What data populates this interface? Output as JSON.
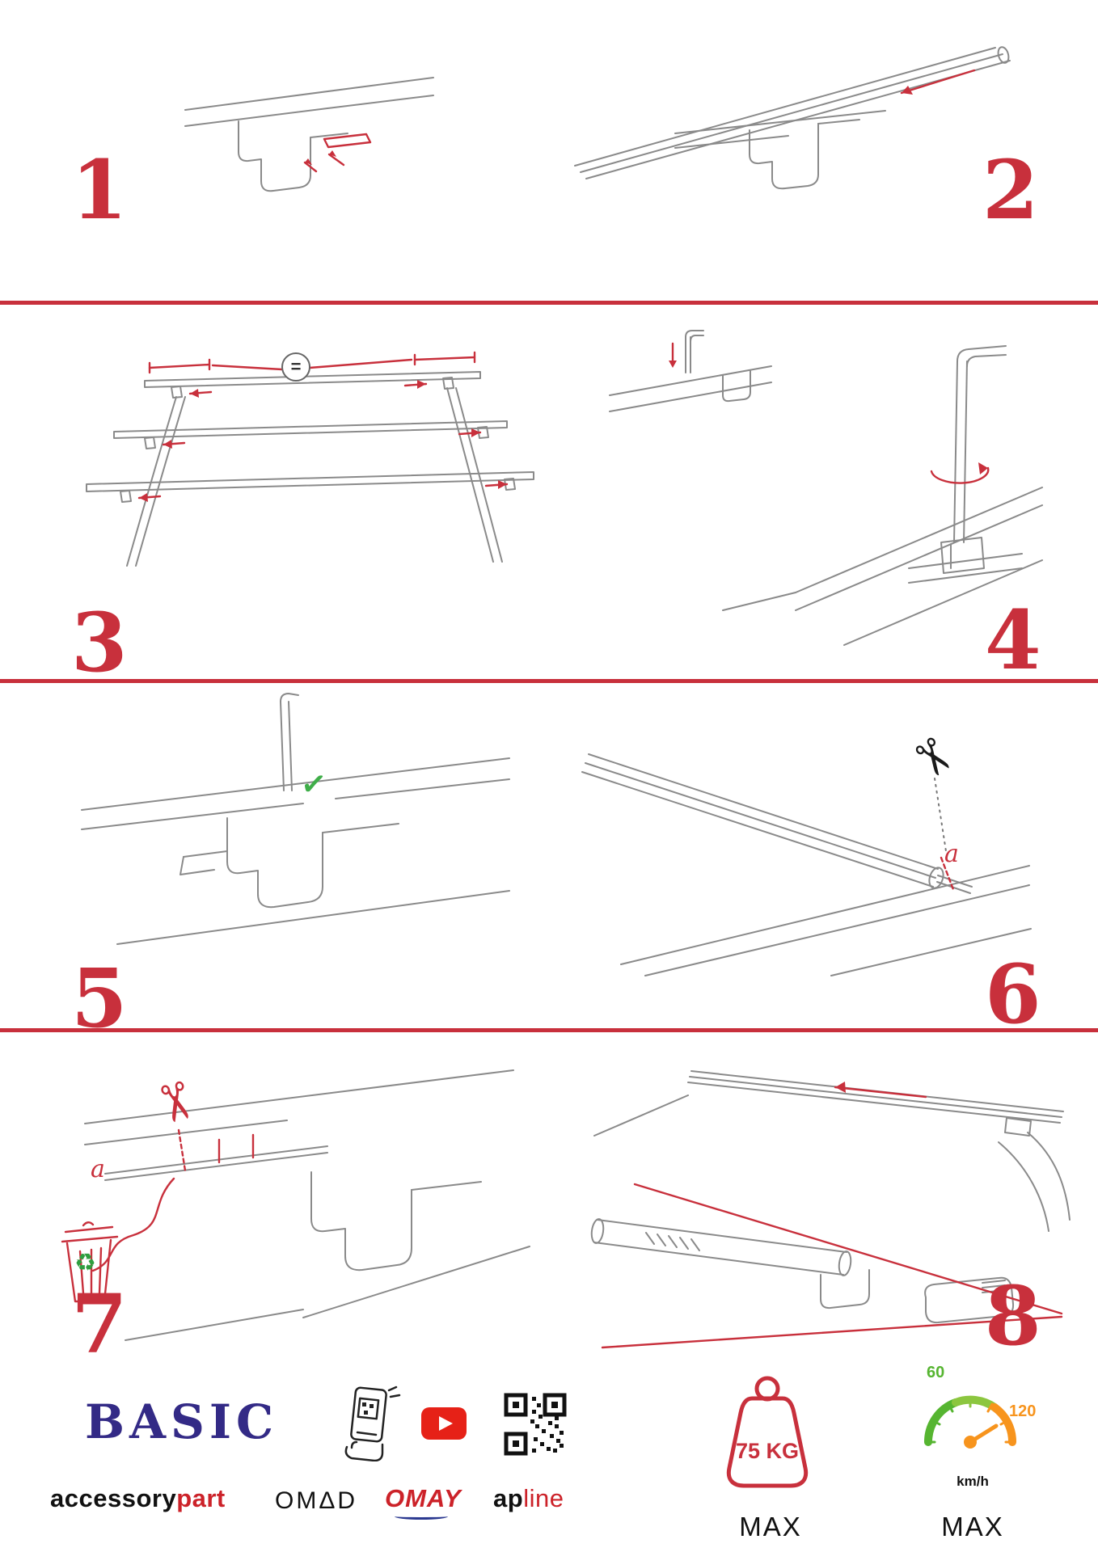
{
  "colors": {
    "accent_red": "#c8303c",
    "drawing_gray": "#8a8a8a",
    "brand_navy": "#332a86",
    "brand_red": "#cc2229",
    "check_green": "#3fae49",
    "gauge_green": "#56b531",
    "gauge_orange": "#f7941d",
    "youtube_red": "#e62117"
  },
  "steps": [
    {
      "number": "1"
    },
    {
      "number": "2"
    },
    {
      "number": "3",
      "annotation": "="
    },
    {
      "number": "4"
    },
    {
      "number": "5"
    },
    {
      "number": "6",
      "annotation": "a"
    },
    {
      "number": "7",
      "annotation": "a"
    },
    {
      "number": "8"
    }
  ],
  "icons": {
    "checkmark": "✓",
    "scissors": "✂",
    "recycle": "♻"
  },
  "footer": {
    "series": "BASIC",
    "brands": {
      "accessorypart_black": "accessory",
      "accessorypart_red": "part",
      "omad": "OMΔD",
      "omay": "OMAY",
      "apline_black": "ap",
      "apline_red": "line"
    },
    "max_load": {
      "value": "75 KG",
      "label": "MAX"
    },
    "max_speed": {
      "tick_low": "60",
      "tick_high": "120",
      "unit": "km/h",
      "label": "MAX"
    }
  }
}
